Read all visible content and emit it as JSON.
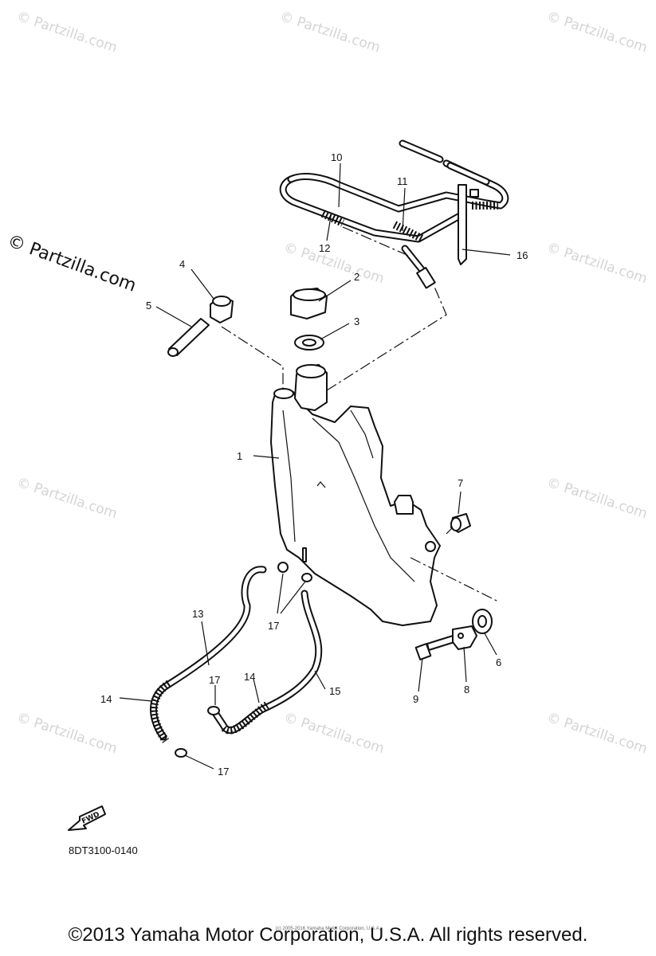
{
  "watermark": {
    "text": "© Partzilla.com",
    "prominent_text": "© Partzilla.com"
  },
  "diagram_code": "8DT3100-0140",
  "fwd_label": "FWD",
  "copyright": "©2013 Yamaha Motor Corporation, U.S.A. All rights reserved.",
  "small_copyright": "(c) 2005-2016 Yamaha Motor Corporation, U.S.A.",
  "callouts": {
    "c1": "1",
    "c2": "2",
    "c3": "3",
    "c4": "4",
    "c5": "5",
    "c6": "6",
    "c7": "7",
    "c8": "8",
    "c9": "9",
    "c10": "10",
    "c11": "11",
    "c12": "12",
    "c13": "13",
    "c14a": "14",
    "c14b": "14",
    "c15": "15",
    "c16": "16",
    "c17a": "17",
    "c17b": "17",
    "c17c": "17"
  },
  "colors": {
    "ink": "#111111",
    "watermark": "#d4d4d4",
    "background": "#ffffff"
  }
}
